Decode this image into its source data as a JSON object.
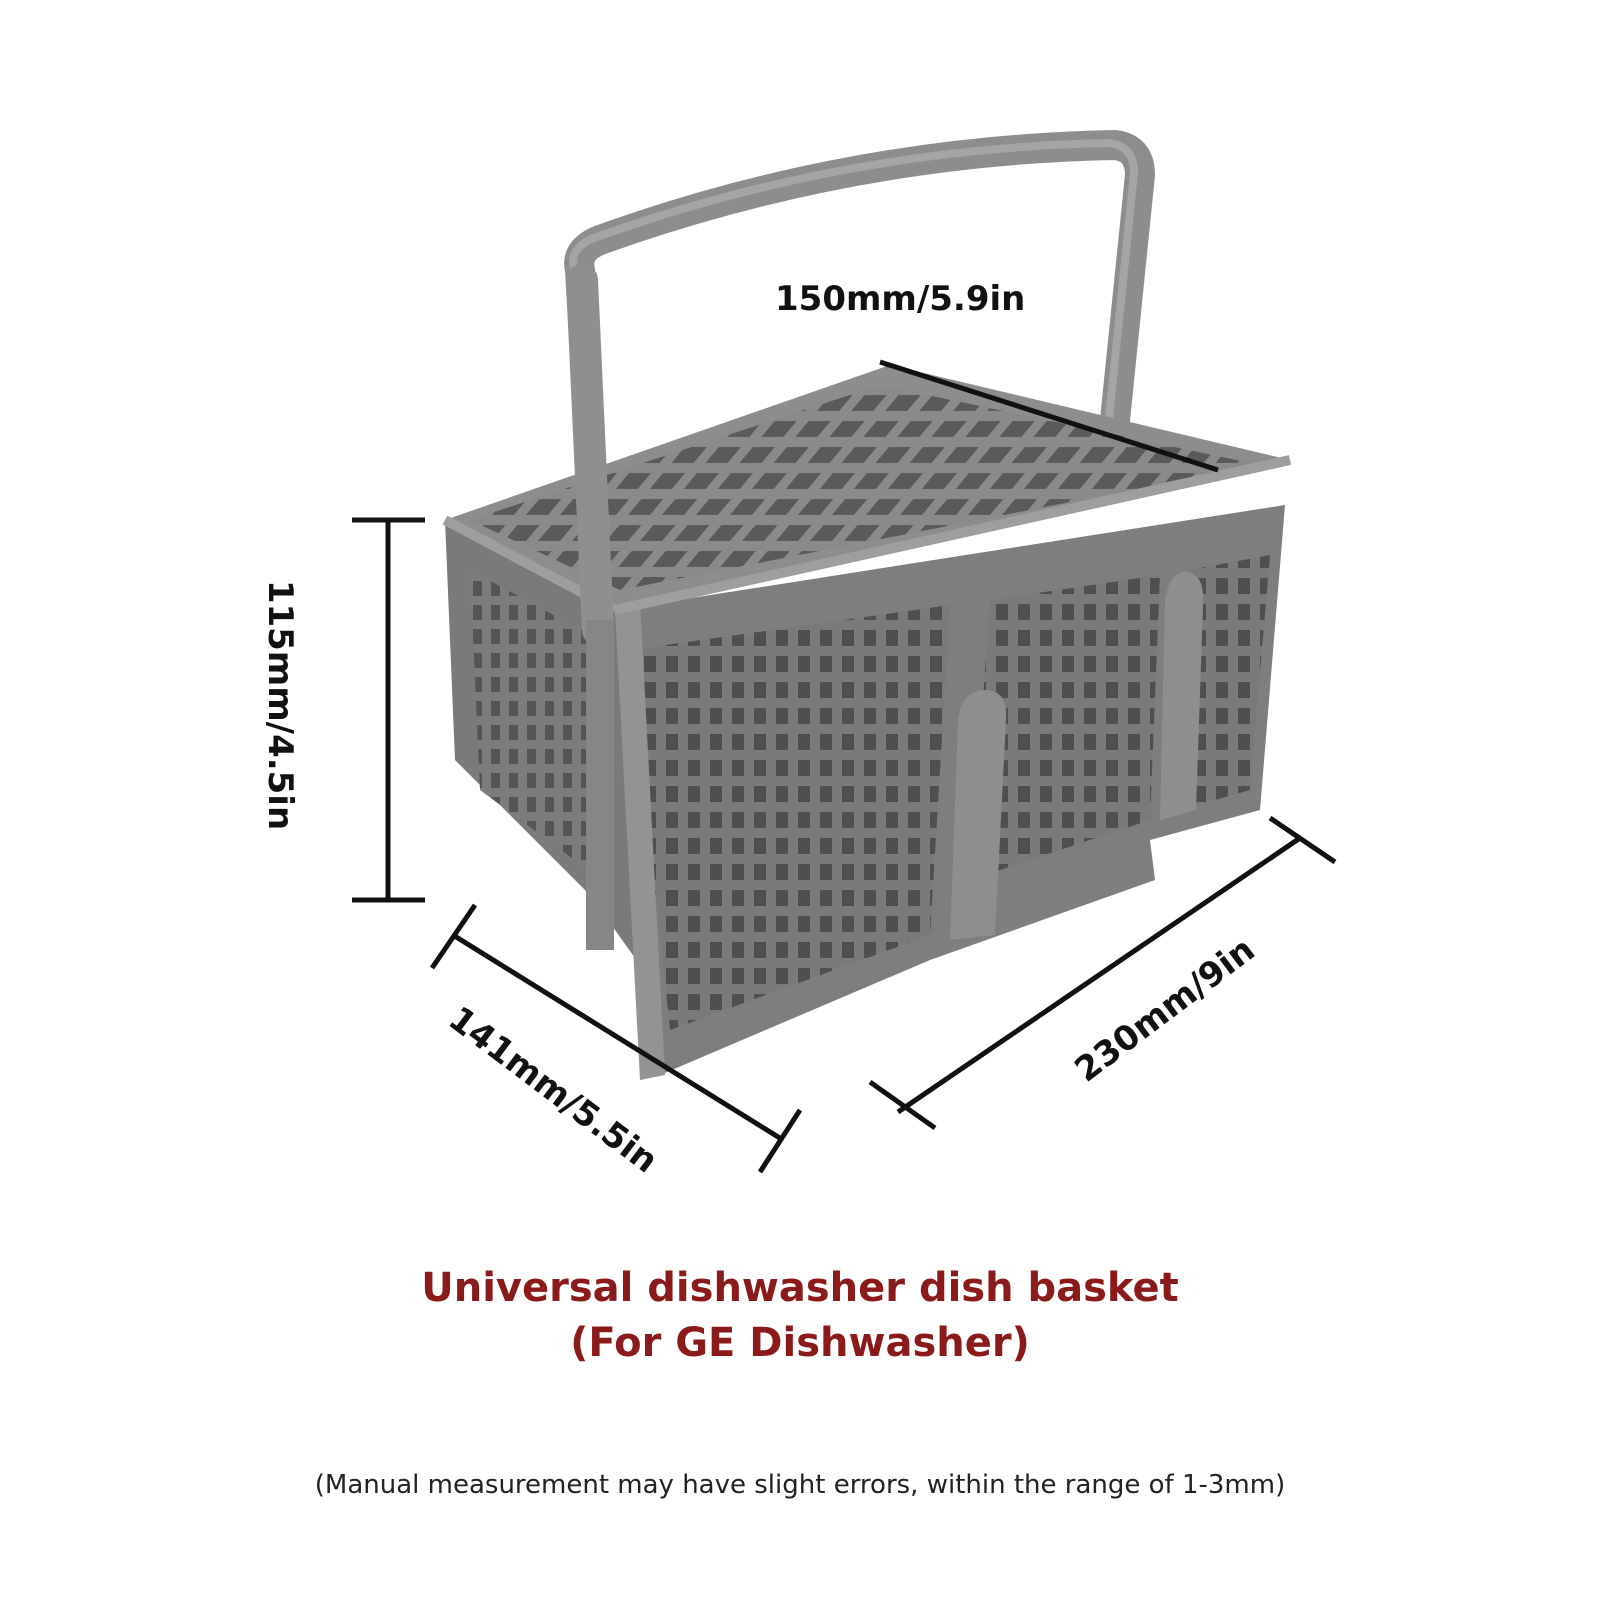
{
  "dimensions": {
    "top_width": "150mm/5.9in",
    "height": "115mm/4.5in",
    "depth": "141mm/5.5in",
    "width": "230mm/9in"
  },
  "title": {
    "line1": "Universal dishwasher dish basket",
    "line2": "(For GE Dishwasher)"
  },
  "note": "(Manual measurement may have slight errors, within the range of 1-3mm)",
  "colors": {
    "title": "#8B1A1A",
    "basket": "#8c8c8c",
    "basket_dark": "#6f6f6f",
    "basket_light": "#a3a3a3",
    "dimension_lines": "#111111"
  },
  "product": {
    "icon": "cutlery-basket-icon"
  }
}
